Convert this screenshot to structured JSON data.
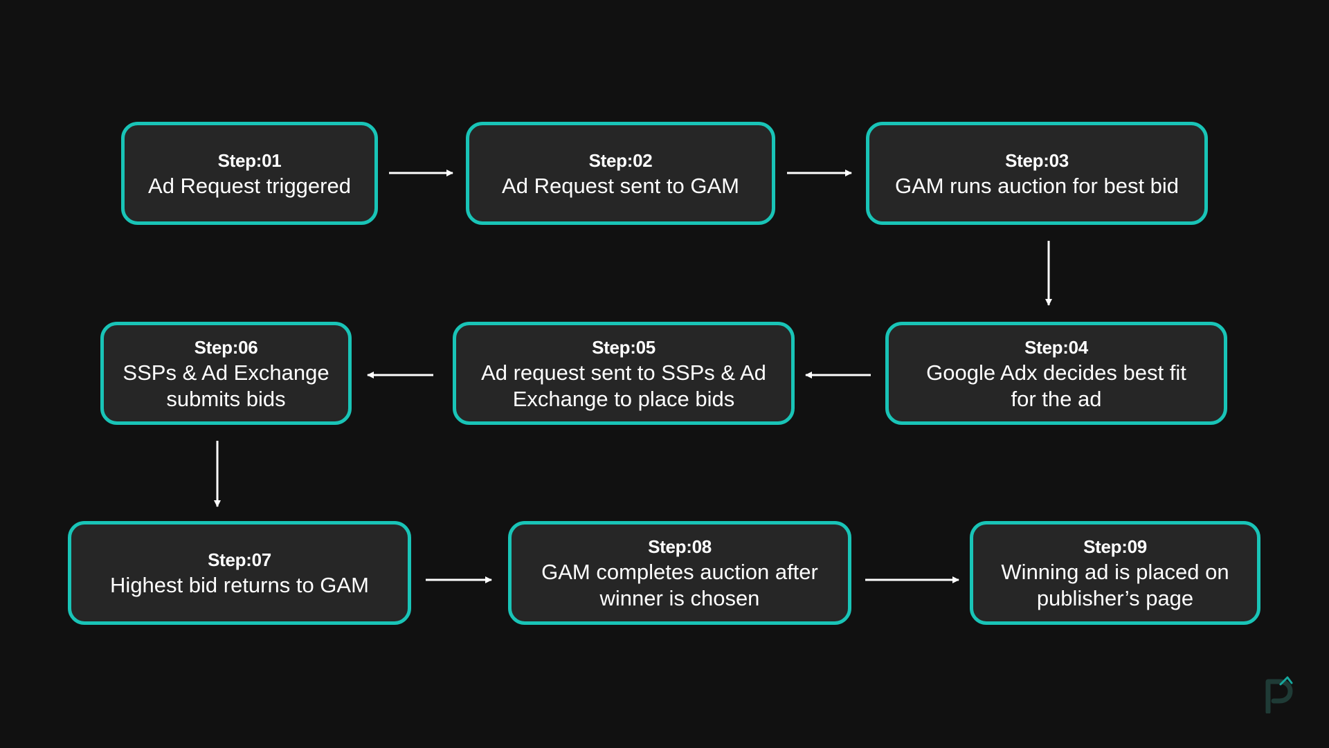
{
  "colors": {
    "background": "#111111",
    "box_fill": "#262626",
    "box_border": "#19c4b7",
    "arrow": "#ffffff",
    "text": "#ffffff"
  },
  "steps": [
    {
      "label": "Step:01",
      "desc": "Ad Request triggered"
    },
    {
      "label": "Step:02",
      "desc": "Ad Request sent to GAM"
    },
    {
      "label": "Step:03",
      "desc": "GAM runs auction for best bid"
    },
    {
      "label": "Step:04",
      "desc": "Google Adx decides best fit\nfor the ad"
    },
    {
      "label": "Step:05",
      "desc": "Ad request sent to SSPs & Ad\nExchange to place bids"
    },
    {
      "label": "Step:06",
      "desc": "SSPs & Ad Exchange\nsubmits bids"
    },
    {
      "label": "Step:07",
      "desc": "Highest bid returns to GAM"
    },
    {
      "label": "Step:08",
      "desc": "GAM completes auction after\nwinner is chosen"
    },
    {
      "label": "Step:09",
      "desc": "Winning ad is placed on\npublisher’s page"
    }
  ],
  "logo": {
    "icon": "brand-logo-icon"
  }
}
